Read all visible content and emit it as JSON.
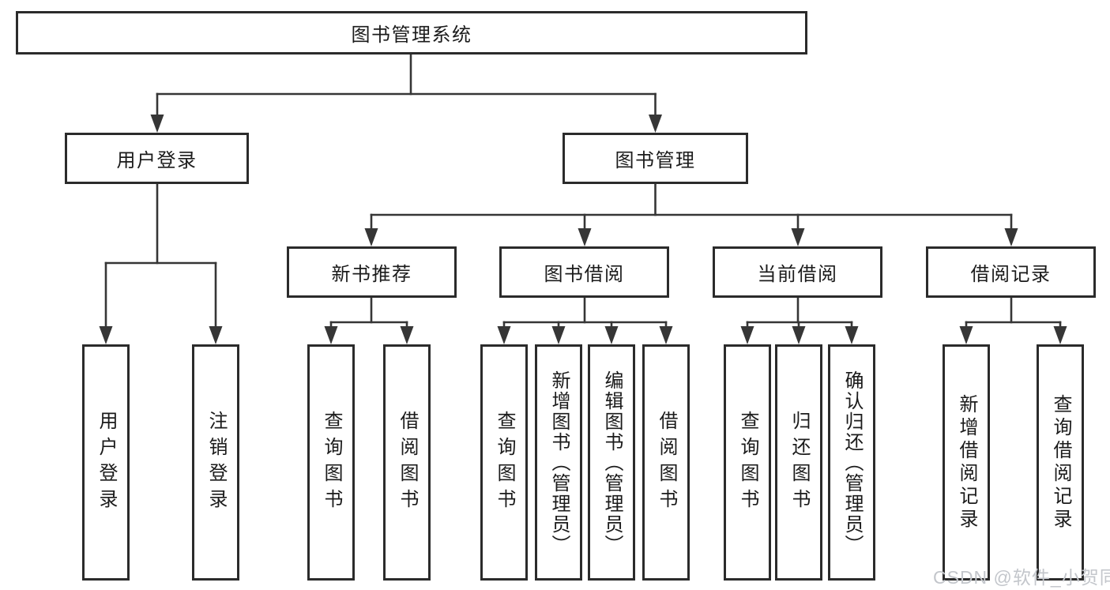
{
  "tree": {
    "root": "图书管理系统",
    "user_login": {
      "label": "用户登录",
      "children": [
        "用户登录",
        "注销登录"
      ]
    },
    "book_management": {
      "label": "图书管理",
      "sections": {
        "new_book_recommend": {
          "label": "新书推荐",
          "children": [
            "查询图书",
            "借阅图书"
          ]
        },
        "book_borrow": {
          "label": "图书借阅",
          "children": [
            "查询图书",
            "新增图书（管理员）",
            "编辑图书（管理员）",
            "借阅图书"
          ]
        },
        "current_borrow": {
          "label": "当前借阅",
          "children": [
            "查询图书",
            "归还图书",
            "确认归还（管理员）"
          ]
        },
        "borrow_record": {
          "label": "借阅记录",
          "children": [
            "新增借阅记录",
            "查询借阅记录"
          ]
        }
      }
    }
  },
  "watermark": {
    "text": "CSDN @软件_小贺同学"
  },
  "colors": {
    "line": "#363636",
    "box_border": "#2b2b2b",
    "text": "#1b1b1b",
    "watermark": "#c3c6cb",
    "background": "#ffffff"
  }
}
